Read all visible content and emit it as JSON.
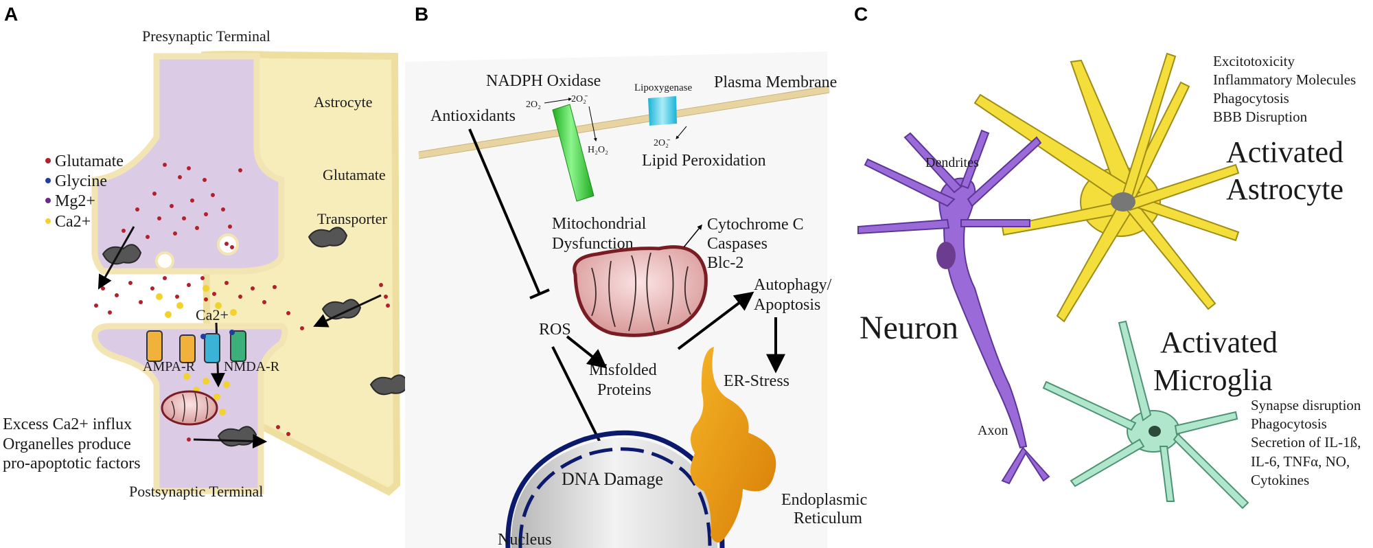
{
  "panels": {
    "a": "A",
    "b": "B",
    "c": "C"
  },
  "panel_a": {
    "presynaptic": "Presynaptic Terminal",
    "postsynaptic": "Postsynaptic Terminal",
    "astrocyte": "Astrocyte",
    "transporter_line1": "Glutamate",
    "transporter_line2": "Transporter",
    "legend": [
      {
        "label": "Glutamate",
        "color": "#b3202c"
      },
      {
        "label": "Glycine",
        "color": "#1f3d9a"
      },
      {
        "label": "Mg2+",
        "color": "#6a2b8c"
      },
      {
        "label": "Ca2+",
        "color": "#f2d22e"
      }
    ],
    "ca_label": "Ca2+",
    "ampa": "AMPA-R",
    "nmda": "NMDA-R",
    "excess": [
      "Excess Ca2+ influx",
      "Organelles produce",
      "pro-apoptotic factors"
    ]
  },
  "panel_b": {
    "nadph": "NADPH Oxidase",
    "o2_left": "2O₂",
    "o2_right": "2O₂̄",
    "h2o2": "H₂O₂",
    "lipox": "Lipoxygenase",
    "lipox_o2": "2O₂̄",
    "plasma": "Plasma Membrane",
    "antioxidants": "Antioxidants",
    "lipid": "Lipid Peroxidation",
    "mito": [
      "Mitochondrial",
      "Dysfunction"
    ],
    "cyto": [
      "Cytochrome C",
      "Caspases",
      "Blc-2"
    ],
    "autophagy": [
      "Autophagy/",
      "Apoptosis"
    ],
    "ros": "ROS",
    "misfolded": [
      "Misfolded",
      "Proteins"
    ],
    "er_stress": "ER-Stress",
    "dna": "DNA Damage",
    "nucleus": "Nucleus",
    "er": [
      "Endoplasmic",
      "Reticulum"
    ]
  },
  "panel_c": {
    "astro_list": [
      "Excitotoxicity",
      "Inflammatory Molecules",
      "Phagocytosis",
      "BBB Disruption"
    ],
    "activated_astrocyte": [
      "Activated",
      "Astrocyte"
    ],
    "dendrites": "Dendrites",
    "neuron": "Neuron",
    "activated_microglia": [
      "Activated",
      "Microglia"
    ],
    "axon": "Axon",
    "micro_list": [
      "Synapse disruption",
      "Phagocytosis",
      "Secretion of IL-1ß,",
      "IL-6, TNFα, NO,",
      "Cytokines"
    ]
  }
}
